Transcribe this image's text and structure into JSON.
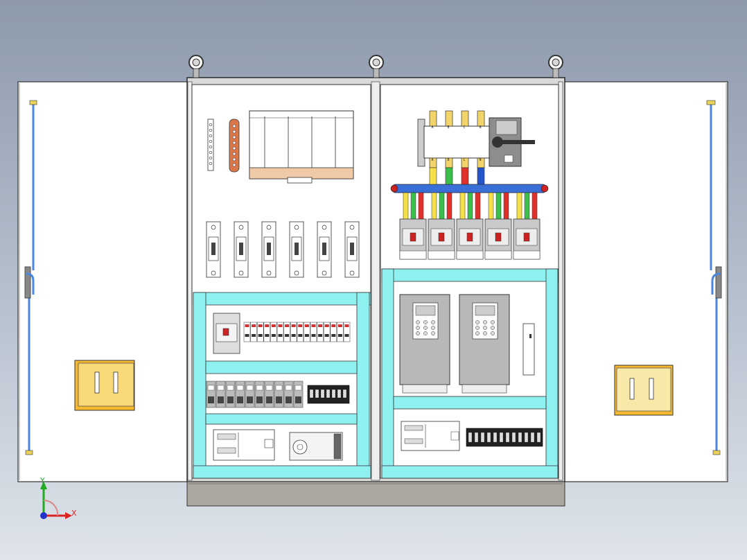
{
  "triad": {
    "x_label": "X",
    "y_label": "Y"
  },
  "switch_terminals": {
    "top": [
      "A",
      "B",
      "C",
      "N"
    ],
    "bottom": [
      "A",
      "B",
      "C",
      "N"
    ]
  },
  "colors": {
    "background": "#8d9aac",
    "panel": "#ffffff",
    "cabinet_frame": "#d9d9d9",
    "din_channel": "#8ff0f0",
    "busbar_blue": "#3a6fd8",
    "phase_yellow": "#f5e04a",
    "phase_green": "#3cbf4a",
    "phase_red": "#e0302a",
    "neutral_blue": "#2255cc",
    "handle_yellow": "#f3d46a",
    "door_rod": "#4a86e0",
    "copper": "#d9774a"
  },
  "icons": [
    "lifting-eye-icon",
    "door-handle-icon",
    "axis-triad-icon",
    "breaker-icon",
    "vfd-icon",
    "terminal-block-icon"
  ]
}
